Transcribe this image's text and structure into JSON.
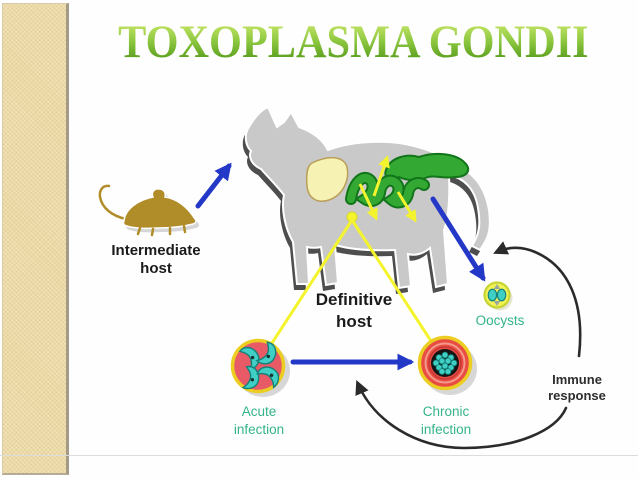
{
  "title": {
    "text": "TOXOPLASMA GONDII"
  },
  "labels": {
    "intermediate_host": {
      "line1": "Intermediate",
      "line2": "host"
    },
    "definitive_host": {
      "line1": "Definitive",
      "line2": "host"
    },
    "oocysts": {
      "line1": "Oocysts"
    },
    "acute_infection": {
      "line1": "Acute",
      "line2": "infection"
    },
    "chronic_infection": {
      "line1": "Chronic",
      "line2": "infection"
    },
    "immune_response": {
      "line1": "Immune",
      "line2": "response"
    }
  },
  "colors": {
    "title_green_top": "#d3ee70",
    "title_green_mid": "#8cc63f",
    "title_green_bottom": "#448e10",
    "label_green": "#34b489",
    "arrow_blue": "#2438c8",
    "arrow_yellow": "#f4f42e",
    "arrow_black": "#2b2b2b",
    "cat_gray": "#c9c9c9",
    "cat_shadow": "#2f2f2f",
    "mouse_gold": "#b08d28",
    "organ_cream": "#f6f2b3",
    "organ_cream_edge": "#b99f58",
    "intestine_green": "#33a833",
    "intestine_edge": "#12751a",
    "infection_red": "#e85a66",
    "chronic_red": "#e84c42",
    "ring_yellow": "#ecce22",
    "parasite_teal": "#40cfc4",
    "parasite_edge": "#14807a",
    "cyst_black": "#151515",
    "oocyst_yellow": "#f3f356",
    "oocyst_edge": "#c6d434",
    "sidebar_tan": "#ecd9a4"
  },
  "diagram": {
    "nodes": [
      {
        "id": "intermediate-host",
        "label": "Intermediate host",
        "icon": "mouse"
      },
      {
        "id": "definitive-host",
        "label": "Definitive host",
        "icon": "cat"
      },
      {
        "id": "oocysts",
        "label": "Oocysts",
        "icon": "oocyst"
      },
      {
        "id": "acute-infection",
        "label": "Acute infection",
        "icon": "tachyzoites"
      },
      {
        "id": "chronic-infection",
        "label": "Chronic infection",
        "icon": "tissue-cyst"
      },
      {
        "id": "immune-response",
        "label": "Immune response",
        "icon": "none"
      }
    ],
    "edges": [
      {
        "from": "intermediate-host",
        "to": "definitive-host",
        "style": "blue-arrow"
      },
      {
        "from": "definitive-host",
        "to": "oocysts",
        "style": "blue-arrow"
      },
      {
        "from": "acute-infection",
        "to": "chronic-infection",
        "style": "blue-arrow"
      },
      {
        "from": "definitive-host",
        "to": "acute-infection",
        "style": "yellow-line"
      },
      {
        "from": "definitive-host",
        "to": "chronic-infection",
        "style": "yellow-line"
      },
      {
        "from": "immune-response",
        "to": "oocysts",
        "style": "black-curve"
      },
      {
        "from": "immune-response",
        "to": "chronic-infection",
        "style": "black-curve"
      }
    ]
  }
}
